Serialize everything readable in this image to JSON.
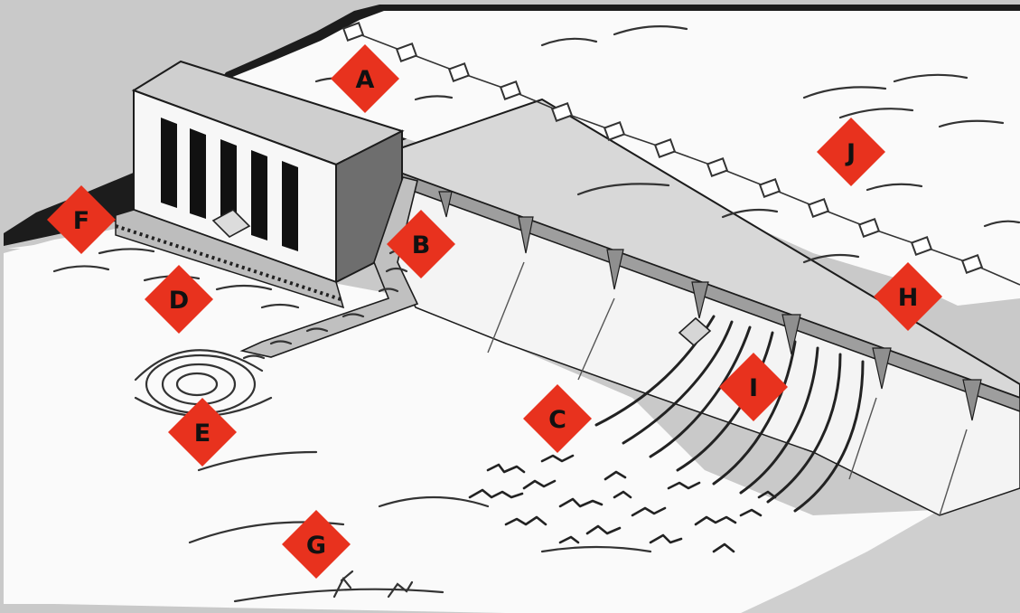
{
  "diagram": {
    "markers": [
      {
        "id": "A",
        "label": "A"
      },
      {
        "id": "B",
        "label": "B"
      },
      {
        "id": "C",
        "label": "C"
      },
      {
        "id": "D",
        "label": "D"
      },
      {
        "id": "E",
        "label": "E"
      },
      {
        "id": "F",
        "label": "F"
      },
      {
        "id": "G",
        "label": "G"
      },
      {
        "id": "H",
        "label": "H"
      },
      {
        "id": "I",
        "label": "I"
      },
      {
        "id": "J",
        "label": "J"
      }
    ],
    "colors": {
      "marker_fill": "#e8321e",
      "marker_text": "#111111",
      "background_gray": "#c9c9c9",
      "water_white": "#fafafa",
      "structure_gray": "#b5b5b5",
      "dark_outline": "#1c1c1c"
    }
  }
}
